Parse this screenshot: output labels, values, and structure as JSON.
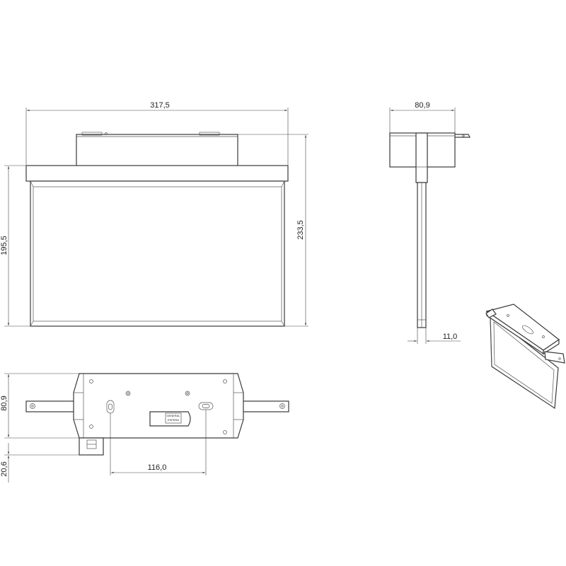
{
  "drawing": {
    "front_view": {
      "width_label": "317,5",
      "height_label": "233,5",
      "panel_height_label": "195,5"
    },
    "side_view": {
      "depth_label": "80,9",
      "panel_thickness_label": "11,0"
    },
    "top_view": {
      "depth_label": "80,9",
      "clip_label": "20,6",
      "hole_spacing_label": "116,0",
      "module_text": [
        "GENERAL",
        "ESPERA"
      ]
    },
    "colors": {
      "line": "#3a3a3a",
      "dimension": "#444444",
      "background": "#ffffff"
    }
  }
}
